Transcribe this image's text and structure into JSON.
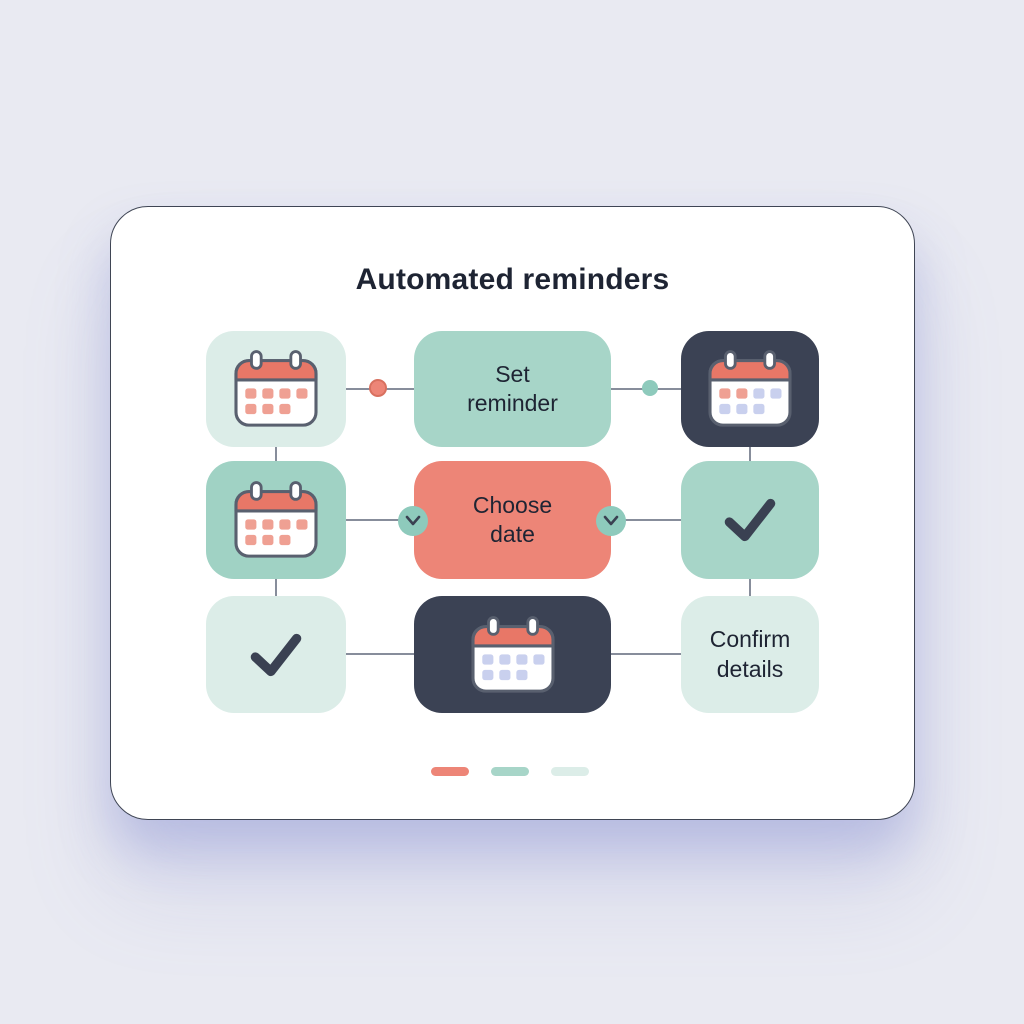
{
  "page": {
    "title": "Automated reminders"
  },
  "steps": {
    "set_reminder": "Set\nreminder",
    "choose_date": "Choose\ndate",
    "confirm_details": "Confirm\ndetails"
  },
  "icons": {
    "calendar": "calendar-icon",
    "checkmark": "checkmark-icon",
    "chevron_down": "chevron-down-icon",
    "connector_dot": "connector-dot"
  },
  "colors": {
    "background": "#e9eaf2",
    "card": "#ffffff",
    "card_border": "#3f4554",
    "mint_light": "#dcede8",
    "teal": "#a7d5c8",
    "teal_strong": "#a0d2c4",
    "coral": "#ed8577",
    "coral_deep": "#e87767",
    "navy": "#3b4254",
    "connector": "#878d9b",
    "node_teal": "#8ecabc",
    "text_dark": "#1e2433",
    "cal_square": "#efa093",
    "cal_square_dark": "#c9d0ee"
  },
  "progress_dashes": [
    {
      "color": "#ed8577"
    },
    {
      "color": "#a7d5c8"
    },
    {
      "color": "#dcede8"
    }
  ]
}
